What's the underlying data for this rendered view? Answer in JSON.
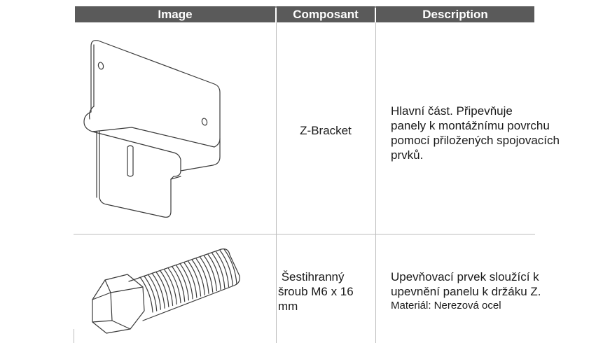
{
  "table": {
    "headers": [
      "Image",
      "Composant",
      "Description"
    ],
    "rows": [
      {
        "image_icon": "z-bracket-drawing",
        "component": "Z-Bracket",
        "description_lines": [
          "Hlavní část. Připevňuje",
          "panely k montážnímu povrchu",
          "pomocí přiložených spojovacích",
          "prvků."
        ]
      },
      {
        "image_icon": "hex-bolt-drawing",
        "component_lines": [
          " Šestihranný",
          "šroub M6 x 16",
          "mm"
        ],
        "description_lines": [
          "Upevňovací prvek sloužící k",
          "upevnění panelu k držáku Z."
        ],
        "material": "Materiál: Nerezová ocel"
      }
    ]
  },
  "colors": {
    "header_bg": "#5a5a5a",
    "header_text": "#ffffff",
    "grid": "#bdbdbd"
  }
}
